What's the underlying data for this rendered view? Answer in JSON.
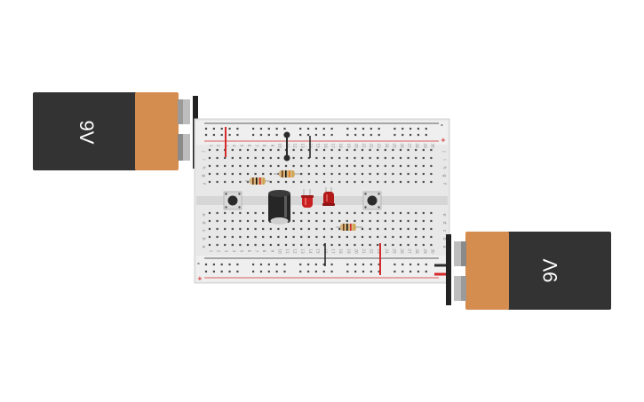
{
  "battery_left": {
    "label": "9V"
  },
  "battery_right": {
    "label": "9V"
  },
  "breadboard": {
    "rows_top": [
      "j",
      "i",
      "h",
      "g",
      "f"
    ],
    "rows_bottom": [
      "e",
      "d",
      "c",
      "b",
      "a"
    ],
    "rail_plus": "+",
    "rail_minus": "-",
    "columns": [
      "1",
      "2",
      "3",
      "4",
      "5",
      "6",
      "7",
      "8",
      "9",
      "10",
      "11",
      "12",
      "13",
      "14",
      "15",
      "16",
      "17",
      "18",
      "19",
      "20",
      "21",
      "22",
      "23",
      "24",
      "25",
      "26",
      "27",
      "28",
      "29",
      "30"
    ]
  },
  "colors": {
    "battery_body": "#333333",
    "battery_band": "#d58c4f",
    "board": "#e8e8e8",
    "rail_red": "#d42a2a",
    "rail_dark": "#2b2b2b",
    "wire_red": "#d42a2a",
    "wire_black": "#2b2b2b",
    "led_red": "#c82020"
  }
}
